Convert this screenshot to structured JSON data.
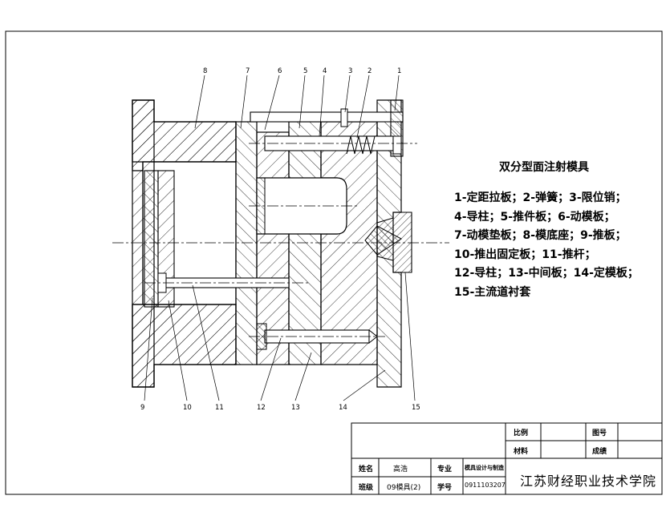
{
  "title": "双分型面注射模具",
  "legend": [
    "1-定距拉板；2-弹簧；3-限位销；",
    "4-导柱；5-推件板；6-动模板；",
    "7-动模垫板；8-模底座；9-推板；",
    "10-推出固定板；11-推杆；",
    "12-导柱；13-中间板；14-定模板；",
    "15-主流道衬套"
  ],
  "part_numbers_top": [
    "8",
    "7",
    "6",
    "5",
    "4",
    "3",
    "2",
    "1"
  ],
  "part_numbers_bottom": [
    "9",
    "10",
    "11",
    "12",
    "13",
    "14",
    "15"
  ],
  "title_block": {
    "scale_label": "比例",
    "drawing_no_label": "图号",
    "material_label": "材料",
    "grade_label": "成绩",
    "name_label": "姓名",
    "name_value": "高浩",
    "major_label": "专业",
    "major_value": "模具设计与制造",
    "class_label": "班级",
    "class_value": "09模具(2)",
    "student_no_label": "学号",
    "student_no_value": "0911103207",
    "school": "江苏财经职业技术学院"
  }
}
